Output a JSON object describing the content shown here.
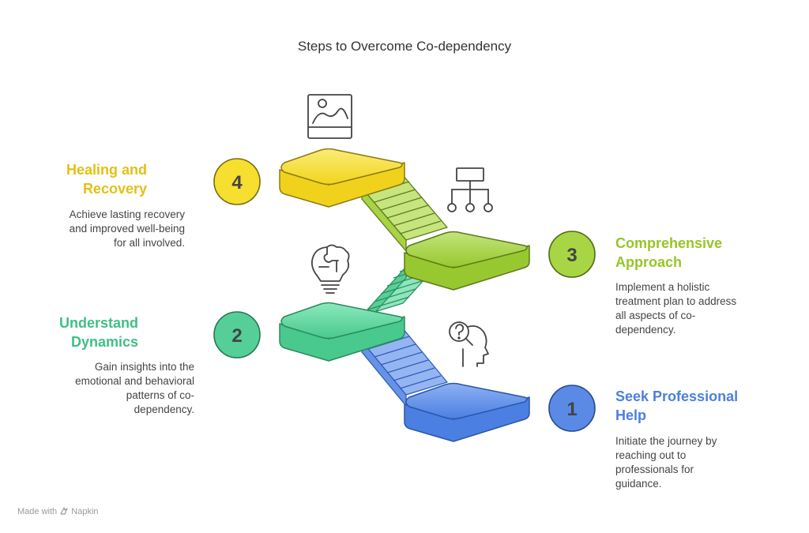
{
  "title": "Steps to Overcome Co-dependency",
  "colors": {
    "step1": "#5585e3",
    "step2": "#4dcc91",
    "step3": "#9fcf3a",
    "step4": "#f4dd2b",
    "heading1": "#4d7fe0",
    "heading2": "#3fbf86",
    "heading3": "#97c526",
    "heading4": "#e2c116"
  },
  "steps": [
    {
      "number": "1",
      "heading": "Seek Professional\nHelp",
      "description": "Initiate the journey by\nreaching out to\nprofessionals for\nguidance.",
      "icon": "head-question-icon"
    },
    {
      "number": "2",
      "heading": "Understand\nDynamics",
      "description": "Gain insights into the\nemotional and behavioral\npatterns of co-\ndependency.",
      "icon": "lightbulb-puzzle-icon"
    },
    {
      "number": "3",
      "heading": "Comprehensive\nApproach",
      "description": "Implement a holistic\ntreatment plan to address\nall aspects of co-\ndependency.",
      "icon": "hierarchy-icon"
    },
    {
      "number": "4",
      "heading": "Healing and\nRecovery",
      "description": "Achieve lasting recovery\nand improved well-being\nfor all involved.",
      "icon": "landscape-picture-icon"
    }
  ],
  "footer": {
    "text": "Made with",
    "brand": "Napkin"
  }
}
